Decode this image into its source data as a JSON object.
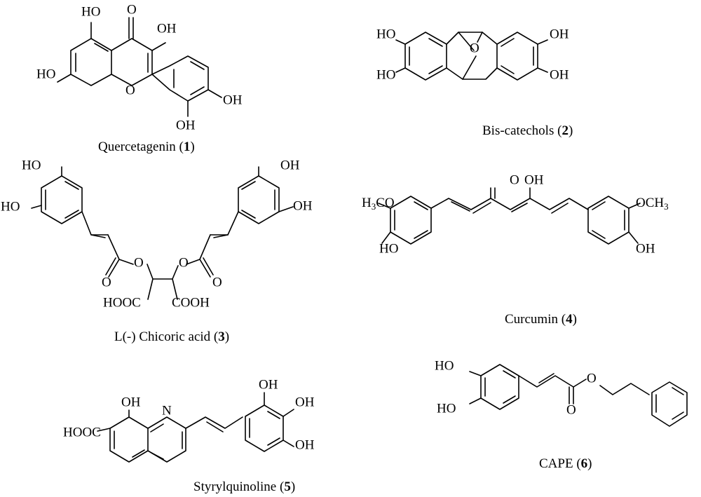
{
  "compounds": [
    {
      "name": "Quercetagenin",
      "number": "1"
    },
    {
      "name": "Bis-catechols",
      "number": "2"
    },
    {
      "name": "L(-) Chicoric acid",
      "number": "3"
    },
    {
      "name": "Curcumin",
      "number": "4"
    },
    {
      "name": "Styrylquinoline",
      "number": "5"
    },
    {
      "name": "CAPE",
      "number": "6"
    }
  ],
  "atoms": {
    "oh": "OH",
    "ho": "HO",
    "o": "O",
    "n": "N",
    "cooh": "COOH",
    "hooc": "HOOC",
    "h3co_h": "H",
    "h3co_3": "3",
    "h3co_co": "CO",
    "och3_och": "OCH",
    "och3_3": "3"
  }
}
